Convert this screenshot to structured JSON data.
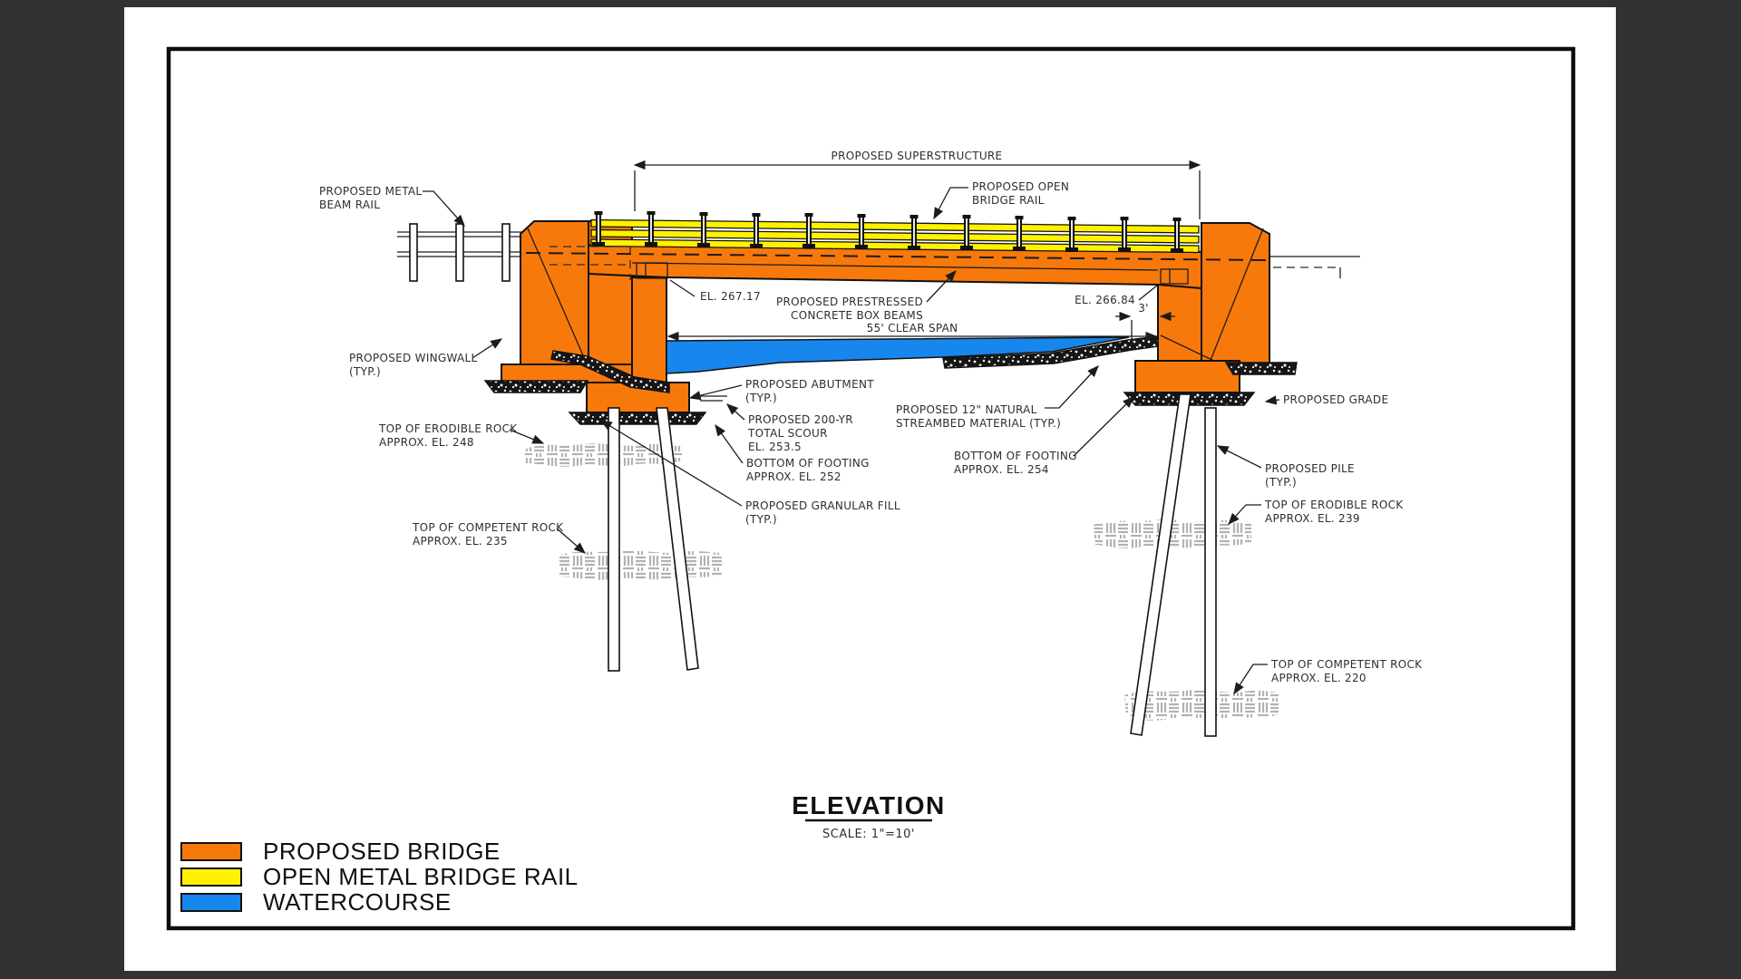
{
  "drawing": {
    "title": "ELEVATION",
    "scale_note": "SCALE: 1\"=10'",
    "colors": {
      "proposed_bridge": "#F8790B",
      "open_metal_bridge_rail": "#FFF100",
      "watercourse": "#1787ED",
      "background": "#323232",
      "sheet": "#FFFFFF"
    },
    "legend": [
      {
        "label": "PROPOSED BRIDGE",
        "color": "#F8790B"
      },
      {
        "label": "OPEN METAL BRIDGE RAIL",
        "color": "#FFF100"
      },
      {
        "label": "WATERCOURSE",
        "color": "#1787ED"
      }
    ],
    "dimensions": {
      "superstructure": "PROPOSED SUPERSTRUCTURE",
      "clear_span": "55' CLEAR SPAN",
      "abutment_offset": "3'"
    },
    "labels": {
      "metal_beam_rail": [
        "PROPOSED METAL",
        "BEAM RAIL"
      ],
      "open_bridge_rail": [
        "PROPOSED OPEN",
        "BRIDGE RAIL"
      ],
      "el_left": "EL. 267.17",
      "el_right": "EL. 266.84",
      "box_beams": [
        "PROPOSED PRESTRESSED",
        "CONCRETE BOX BEAMS"
      ],
      "wingwall": [
        "PROPOSED WINGWALL",
        "(TYP.)"
      ],
      "erodible_left": [
        "TOP OF ERODIBLE ROCK",
        "APPROX. EL. 248"
      ],
      "competent_left": [
        "TOP OF COMPETENT ROCK",
        "APPROX. EL. 235"
      ],
      "abutment": [
        "PROPOSED ABUTMENT",
        "(TYP.)"
      ],
      "scour": [
        "PROPOSED 200-YR",
        "TOTAL SCOUR",
        "EL. 253.5"
      ],
      "footing_left": [
        "BOTTOM OF FOOTING",
        "APPROX. EL. 252"
      ],
      "granular_fill": [
        "PROPOSED GRANULAR FILL",
        "(TYP.)"
      ],
      "streambed": [
        "PROPOSED 12\" NATURAL",
        "STREAMBED MATERIAL (TYP.)"
      ],
      "footing_right": [
        "BOTTOM OF FOOTING",
        "APPROX. EL. 254"
      ],
      "grade": "PROPOSED GRADE",
      "pile": [
        "PROPOSED PILE",
        "(TYP.)"
      ],
      "erodible_right": [
        "TOP OF ERODIBLE ROCK",
        "APPROX. EL. 239"
      ],
      "competent_right": [
        "TOP OF COMPETENT ROCK",
        "APPROX. EL. 220"
      ]
    }
  }
}
